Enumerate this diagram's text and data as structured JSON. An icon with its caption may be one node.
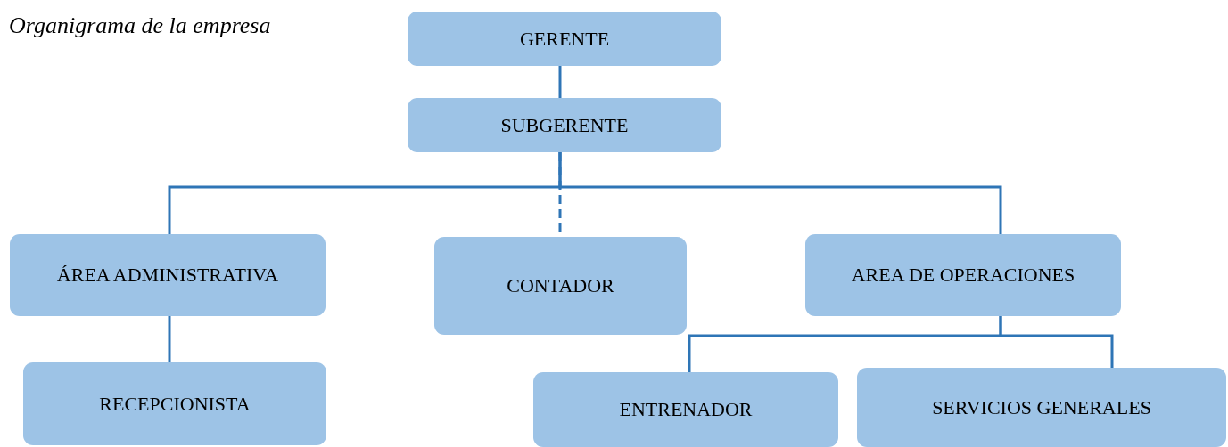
{
  "diagram": {
    "title": "Organigrama de la empresa",
    "nodes": [
      {
        "text": [
          "GERENTE"
        ]
      },
      {
        "text": [
          "SUBGERENTE"
        ]
      },
      {
        "text": [
          "ÁREA ADMINISTRATIVA"
        ]
      },
      {
        "text": [
          "CONTADOR"
        ]
      },
      {
        "text": [
          "AREA DE OPERACIONES"
        ]
      },
      {
        "text": [
          "RECEPCIONISTA"
        ]
      },
      {
        "text": [
          "ENTRENADOR"
        ]
      },
      {
        "text": [
          "SERVICIOS GENERALES"
        ]
      }
    ],
    "edges": [
      {
        "from": 0,
        "to": 1,
        "arrow": "none"
      },
      {
        "from": 1,
        "to": 2,
        "arrow": "none"
      },
      {
        "from": 1,
        "to": 3,
        "arrow": "none",
        "style": "dashed"
      },
      {
        "from": 1,
        "to": 4,
        "arrow": "none"
      },
      {
        "from": 2,
        "to": 5,
        "arrow": "none"
      },
      {
        "from": 4,
        "to": 6,
        "arrow": "none"
      },
      {
        "from": 4,
        "to": 7,
        "arrow": "none"
      }
    ]
  }
}
